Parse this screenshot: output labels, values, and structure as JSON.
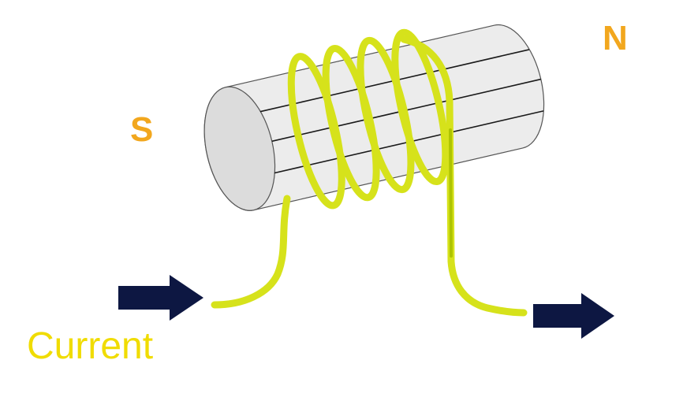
{
  "diagram": {
    "type": "solenoid-electromagnet",
    "labels": {
      "south_pole": "S",
      "north_pole": "N",
      "current": "Current"
    },
    "colors": {
      "background": "#FFFFFF",
      "pole_label": "#F2A71E",
      "current_label": "#F0DC00",
      "coil": "#D6E21B",
      "coil_dark": "#AEC400",
      "arrow": "#0D1742",
      "core_fill": "#ECECEC",
      "core_cap_fill": "#DCDCDC",
      "core_outline": "#555555",
      "core_line": "#1A1A1A"
    }
  }
}
